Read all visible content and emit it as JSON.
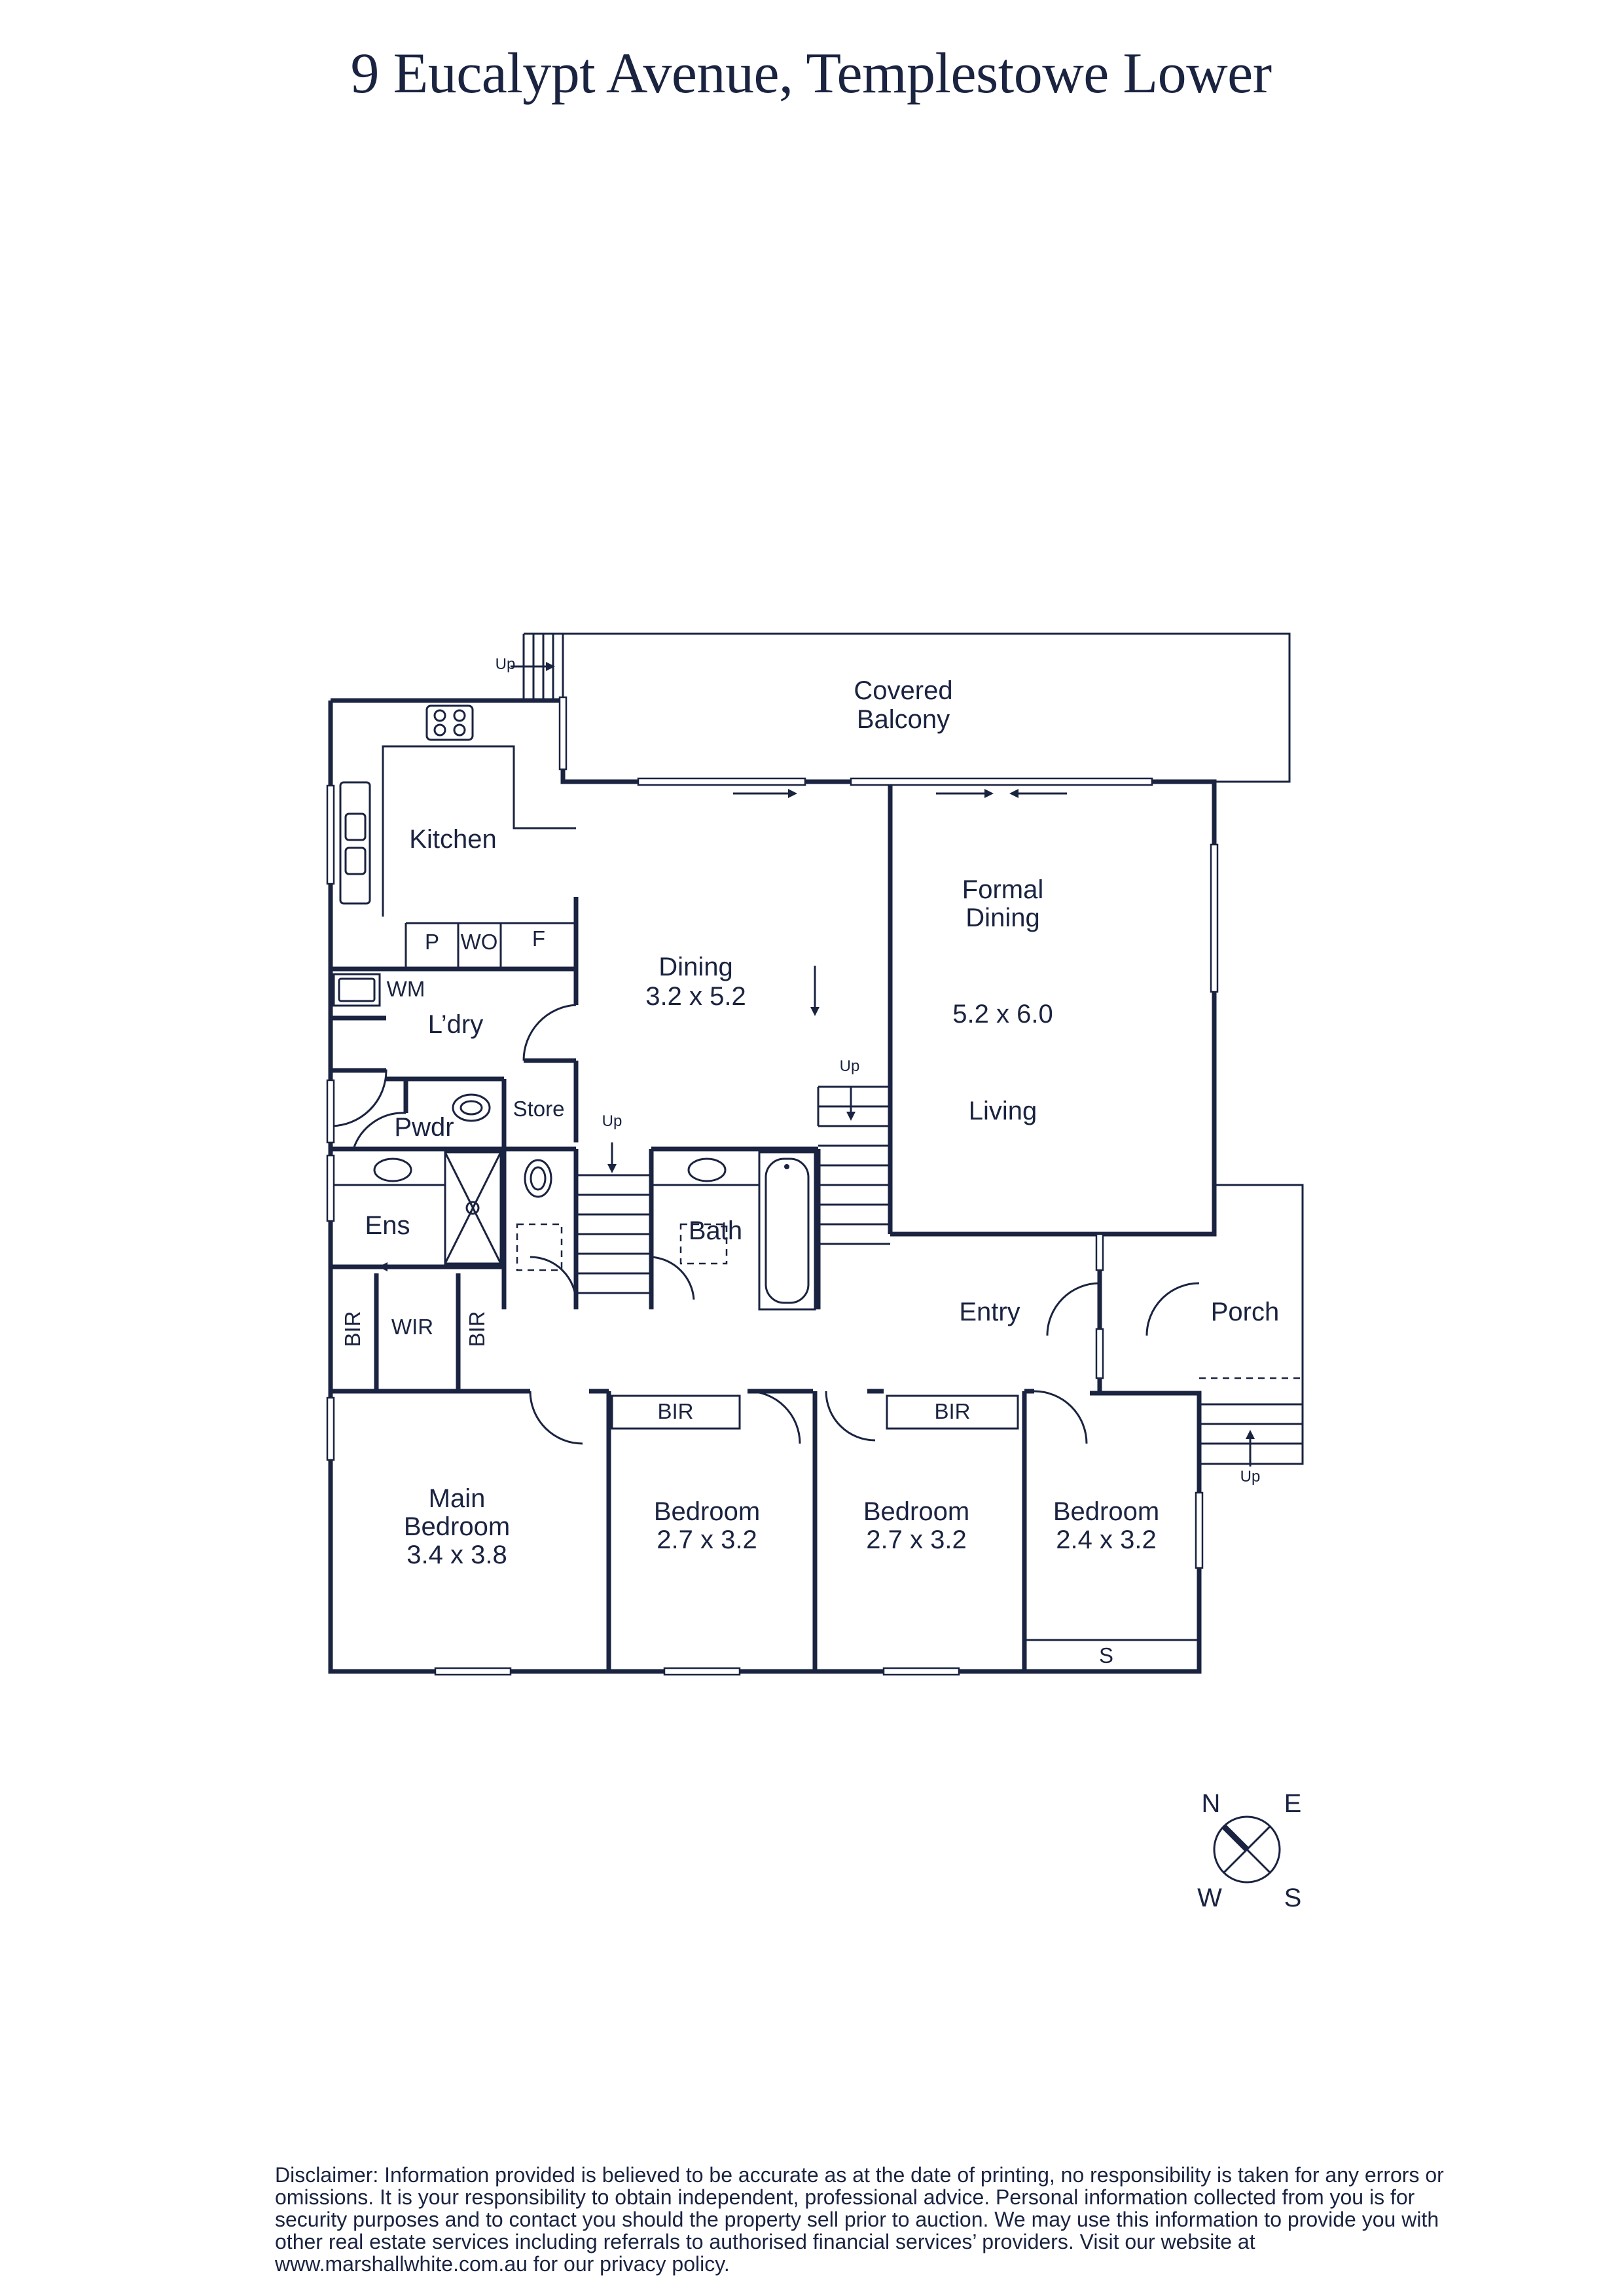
{
  "title": "9 Eucalypt Avenue, Templestowe Lower",
  "rooms": {
    "covered_balcony": [
      "Covered",
      "Balcony"
    ],
    "kitchen": "Kitchen",
    "pantry": "P",
    "wall_oven": "WO",
    "fridge": "F",
    "washing_machine": "WM",
    "laundry": "L’dry",
    "powder": "Pwdr",
    "store": "Store",
    "dining": "Dining",
    "dining_size": "3.2 x 5.2",
    "formal_dining": [
      "Formal",
      "Dining"
    ],
    "formal_size": "5.2 x 6.0",
    "living": "Living",
    "ensuite": "Ens",
    "bath": "Bath",
    "entry": "Entry",
    "porch": "Porch",
    "bir": "BIR",
    "wir": "WIR",
    "main_bedroom": [
      "Main",
      "Bedroom"
    ],
    "main_bedroom_size": "3.4 x 3.8",
    "bedroom": "Bedroom",
    "bedroom2_size": "2.7 x 3.2",
    "bedroom3_size": "2.7 x 3.2",
    "bedroom4_size": "2.4 x 3.2",
    "storage": "S",
    "up": "Up"
  },
  "compass": {
    "n": "N",
    "e": "E",
    "w": "W",
    "s": "S"
  },
  "disclaimer": "Disclaimer: Information provided is believed to be accurate as at the date of printing, no responsibility is taken for any errors or omissions. It is your responsibility to obtain independent, professional advice. Personal information collected from you is for security purposes and to contact you should the property sell prior to auction. We may use this information to provide you with other real estate services including referrals to authorised financial services’ providers. Visit our website at www.marshallwhite.com.au for our privacy policy.",
  "colors": {
    "ink": "#1a2340",
    "background": "#ffffff"
  }
}
